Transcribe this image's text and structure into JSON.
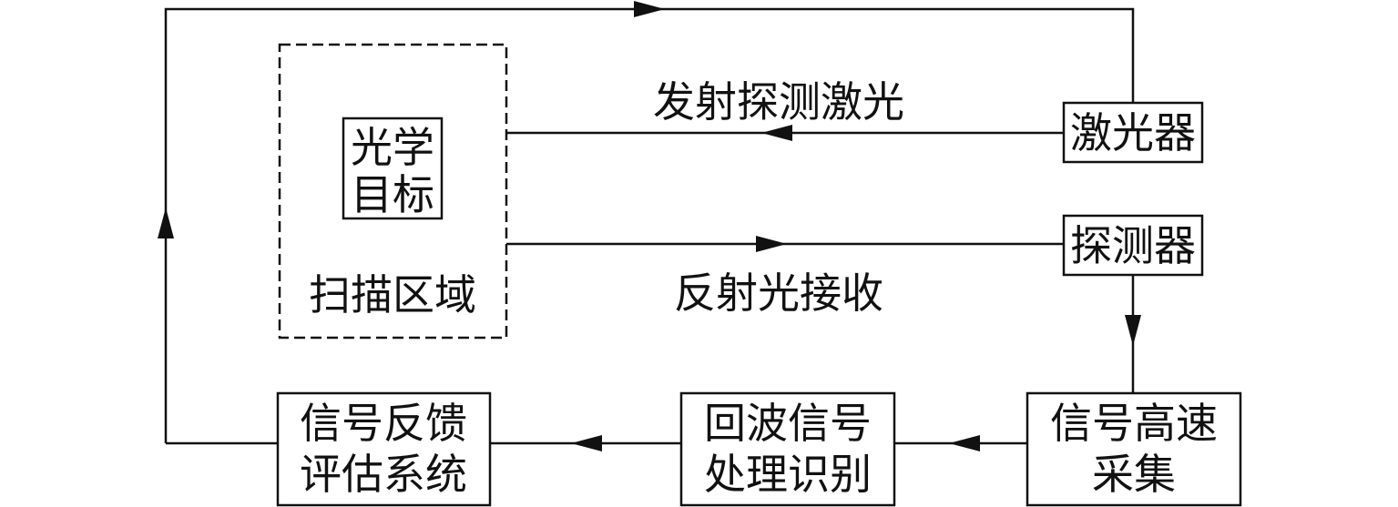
{
  "nodes": {
    "optical_target": [
      "光学",
      "目标"
    ],
    "scan_area": "扫描区域",
    "laser": "激光器",
    "detector": "探测器",
    "acquisition": [
      "信号高速",
      "采集"
    ],
    "processing": [
      "回波信号",
      "处理识别"
    ],
    "feedback": [
      "信号反馈",
      "评估系统"
    ]
  },
  "edge_labels": {
    "emit": "发射探测激光",
    "receive": "反射光接收"
  }
}
